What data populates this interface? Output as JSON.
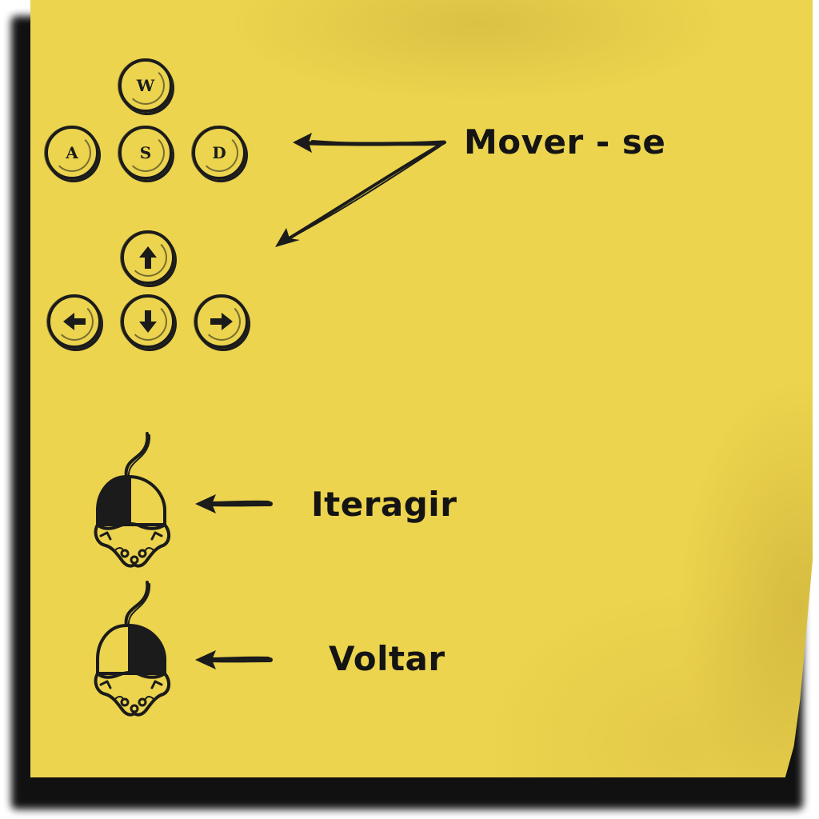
{
  "keyboard": {
    "wasd": [
      {
        "letter": "W",
        "icon": "w-key"
      },
      {
        "letter": "A",
        "icon": "a-key"
      },
      {
        "letter": "S",
        "icon": "s-key"
      },
      {
        "letter": "D",
        "icon": "d-key"
      }
    ],
    "arrows": [
      {
        "icon": "arrow-up-key"
      },
      {
        "icon": "arrow-left-key"
      },
      {
        "icon": "arrow-down-key"
      },
      {
        "icon": "arrow-right-key"
      }
    ]
  },
  "controls": {
    "move_label": "Mover - se",
    "interact_label": "Iteragir",
    "back_label": "Voltar"
  },
  "mouse": {
    "interact_icon": "mouse-left-click-icon",
    "back_icon": "mouse-right-click-icon"
  },
  "colors": {
    "note": "#ecd44e",
    "ink": "#1b1b1b",
    "shadow": "#050505"
  }
}
